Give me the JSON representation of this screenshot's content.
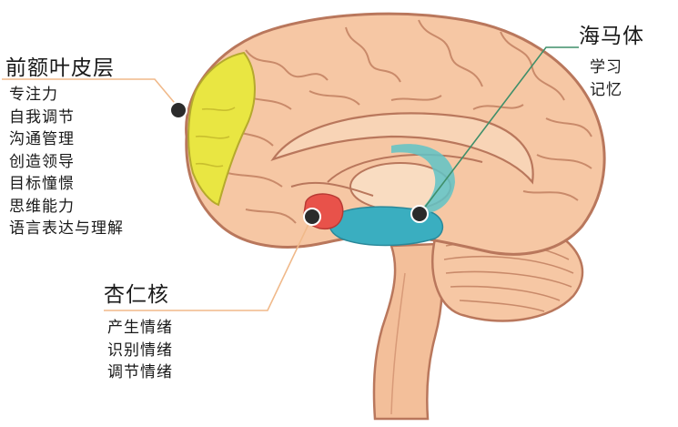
{
  "prefrontal_cortex": {
    "title": "前额叶皮层",
    "functions": [
      "专注力",
      "自我调节",
      "沟通管理",
      "创造领导",
      "目标憧憬",
      "思维能力",
      "语言表达与理解"
    ],
    "color": "#e9e642"
  },
  "hippocampus": {
    "title": "海马体",
    "functions": [
      "学习",
      "记忆"
    ],
    "color": "#3aaec0"
  },
  "amygdala": {
    "title": "杏仁核",
    "functions": [
      "产生情绪",
      "识别情绪",
      "调节情绪"
    ],
    "color": "#e8524a"
  },
  "colors": {
    "brain_fill": "#f6c7a4",
    "brain_outline": "#b9775c",
    "leader_line": "#f0b98a",
    "hippocampus_leader": "#3f8f6a"
  }
}
